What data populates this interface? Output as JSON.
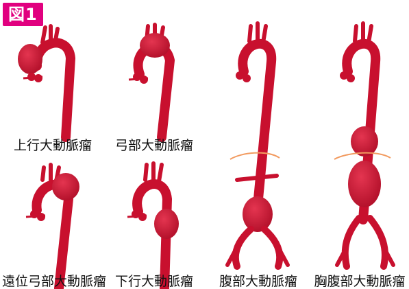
{
  "figure_label": "図1",
  "colors": {
    "badge": "#e1007f",
    "aorta": "#c8102e",
    "aorta_dark": "#9e0b22",
    "highlight": "#e9485e",
    "diaphragm": "#f29b60"
  },
  "panels": [
    {
      "label": "上行大動脈瘤",
      "aneurysm_site": "ascending"
    },
    {
      "label": "弓部大動脈瘤",
      "aneurysm_site": "arch"
    },
    {
      "label": "遠位弓部大動脈瘤",
      "aneurysm_site": "distal-arch"
    },
    {
      "label": "下行大動脈瘤",
      "aneurysm_site": "descending"
    },
    {
      "label": "腹部大動脈瘤",
      "aneurysm_site": "abdominal"
    },
    {
      "label": "胸腹部大動脈瘤",
      "aneurysm_site": "thoracoabdominal"
    }
  ]
}
